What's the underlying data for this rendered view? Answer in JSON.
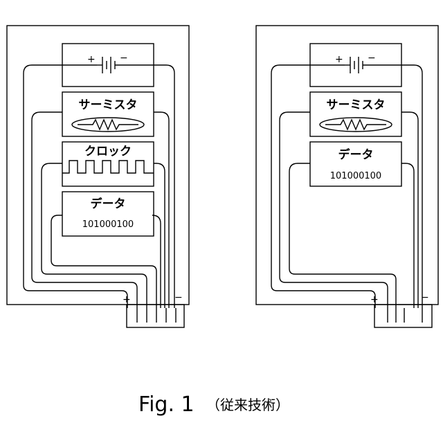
{
  "caption": {
    "figure_label": "Fig. 1",
    "subtitle": "（従来技術）"
  },
  "left_device": {
    "modules": {
      "battery": {
        "plus": "+",
        "minus": "−"
      },
      "thermistor": {
        "label": "サーミスタ"
      },
      "clock": {
        "label": "クロック"
      },
      "data": {
        "label": "データ",
        "value": "101000100"
      }
    },
    "connector": {
      "plus": "+",
      "minus": "−"
    }
  },
  "right_device": {
    "modules": {
      "battery": {
        "plus": "+",
        "minus": "−"
      },
      "thermistor": {
        "label": "サーミスタ"
      },
      "data": {
        "label": "データ",
        "value": "101000100"
      }
    },
    "connector": {
      "plus": "+",
      "minus": "−"
    }
  }
}
